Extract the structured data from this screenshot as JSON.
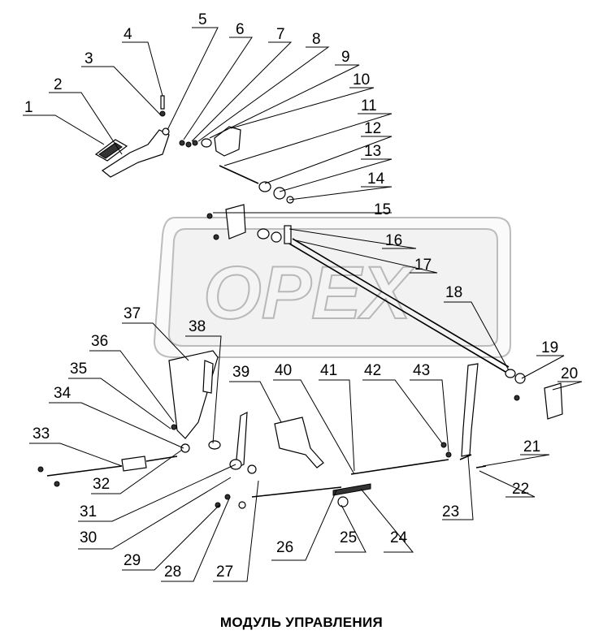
{
  "caption": "МОДУЛЬ УПРАВЛЕНИЯ",
  "watermark": "OPEX",
  "part_numbers": [
    "1",
    "2",
    "3",
    "4",
    "5",
    "6",
    "7",
    "8",
    "9",
    "10",
    "11",
    "12",
    "13",
    "14",
    "15",
    "16",
    "17",
    "18",
    "19",
    "20",
    "21",
    "22",
    "23",
    "24",
    "25",
    "26",
    "27",
    "28",
    "29",
    "30",
    "31",
    "32",
    "33",
    "34",
    "35",
    "36",
    "37",
    "38",
    "39",
    "40",
    "41",
    "42",
    "43"
  ],
  "colors": {
    "line": "#000000",
    "watermark_fill": "#f2f2f2",
    "watermark_stroke": "#bcbcbc"
  }
}
